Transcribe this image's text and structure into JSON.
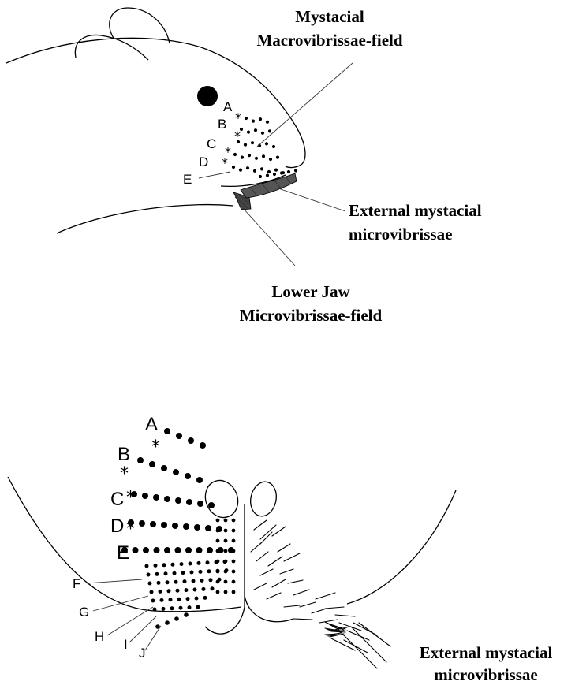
{
  "labels": {
    "mystacial_line1": "Mystacial",
    "mystacial_line2": "Macrovibrissae-field",
    "external_line1": "External mystacial",
    "external_line2": "microvibrissae",
    "lowerjaw_line1": "Lower Jaw",
    "lowerjaw_line2": "Microvibrissae-field",
    "bottom_external_line1": "External mystacial",
    "bottom_external_line2": "microvibrissae"
  },
  "top_rows": [
    "A",
    "B",
    "C",
    "D",
    "E"
  ],
  "bottom_rows": [
    "A",
    "B",
    "C",
    "D",
    "E",
    "F",
    "G",
    "H",
    "I",
    "J"
  ],
  "star": "*"
}
